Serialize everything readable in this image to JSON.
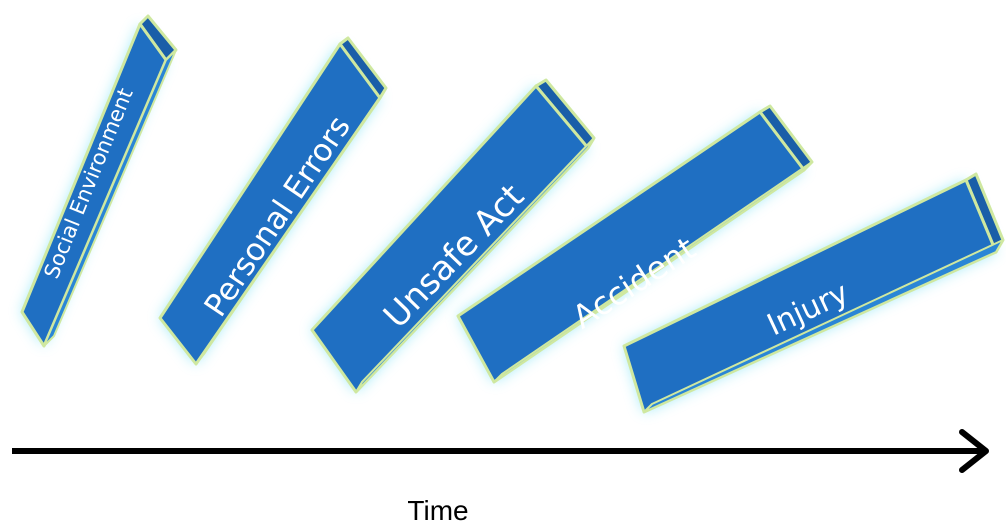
{
  "dominoes": [
    {
      "label": "Social  Environment"
    },
    {
      "label": "Personal Errors"
    },
    {
      "label": "Unsafe Act"
    },
    {
      "label": "Accident"
    },
    {
      "label": "Injury"
    }
  ],
  "axis": {
    "label": "Time"
  },
  "colors": {
    "front": "#1f6fc2",
    "side": "#2a86d6",
    "top": "#1a5ea8",
    "edge": "#cfe8a0",
    "glow": "#7fe3f5",
    "arrow": "#000000"
  }
}
